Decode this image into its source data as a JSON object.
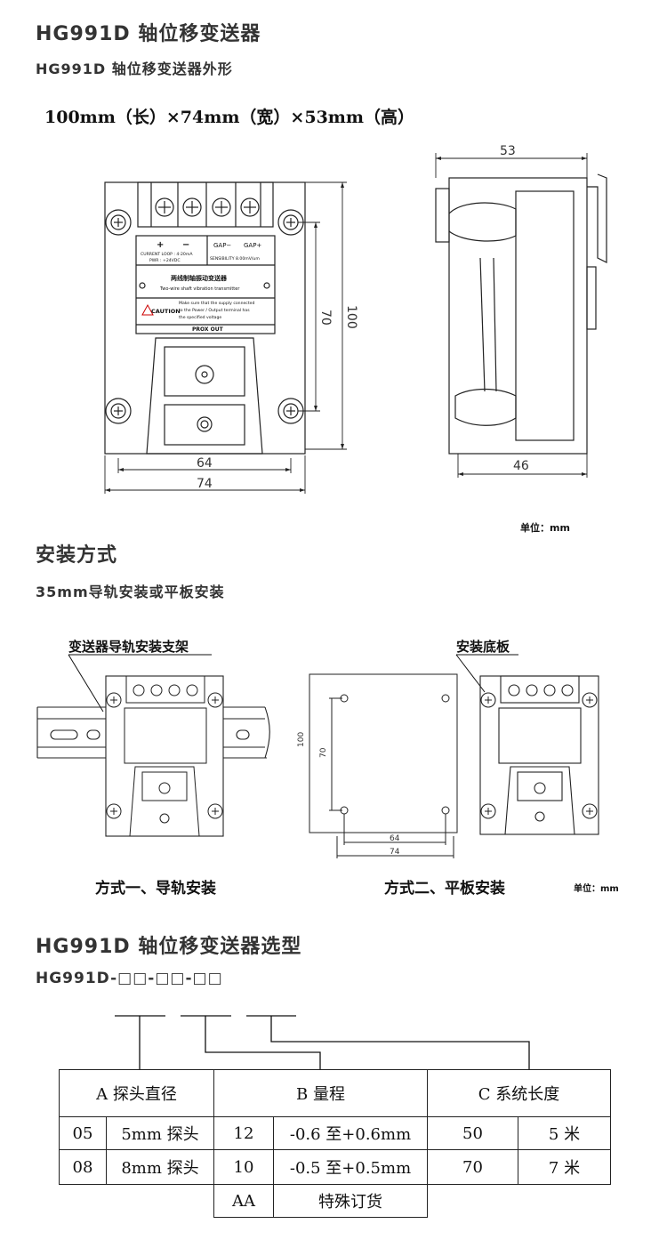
{
  "header": {
    "title": "HG991D 轴位移变送器",
    "subtitle": "HG991D 轴位移变送器外形",
    "dimensions": "100mm（长）×74mm（宽）×53mm（高）",
    "unit_note": "单位：mm"
  },
  "front_view": {
    "label_plus": "+",
    "label_minus": "−",
    "label_gap_minus": "GAP−",
    "label_gap_plus": "GAP+",
    "loop_line1": "CURRENT LOOP : 4-20mA",
    "loop_line2": "PWR : +24VDC",
    "sensitivity": "SENSIBILITY 8.00mV/um",
    "name_cn": "两线制轴振动变送器",
    "name_en": "Two-wire shaft vibration transmitter",
    "caution": "CAUTION",
    "caution_text1": "Make sure that the supply connected",
    "caution_text2": "to the Power / Output terminal has",
    "caution_text3": "the specified voltage",
    "prox_out": "PROX OUT",
    "dim_64": "64",
    "dim_74": "74",
    "dim_70": "70",
    "dim_100": "100"
  },
  "side_view": {
    "dim_53": "53",
    "dim_46": "46"
  },
  "install": {
    "title": "安装方式",
    "subtitle": "35mm导轨安装或平板安装",
    "bracket_label": "变送器导轨安装支架",
    "base_label": "安装底板",
    "plate_dim_100": "100",
    "plate_dim_70": "70",
    "plate_dim_64": "64",
    "plate_dim_74": "74",
    "caption1": "方式一、导轨安装",
    "caption2": "方式二、平板安装",
    "unit_note": "单位：mm"
  },
  "selection": {
    "title": "HG991D 轴位移变送器选型",
    "code": "HG991D-□□-□□-□□",
    "header_a": "A  探头直径",
    "header_b": "B    量程",
    "header_c": "C    系统长度",
    "rows": [
      {
        "a_code": "05",
        "a_val": "5mm 探头",
        "b_code": "12",
        "b_val": "-0.6 至+0.6mm",
        "c_code": "50",
        "c_val": "5 米"
      },
      {
        "a_code": "08",
        "a_val": "8mm 探头",
        "b_code": "10",
        "b_val": "-0.5 至+0.5mm",
        "c_code": "70",
        "c_val": "7 米"
      }
    ],
    "special_code": "AA",
    "special_val": "特殊订货"
  }
}
